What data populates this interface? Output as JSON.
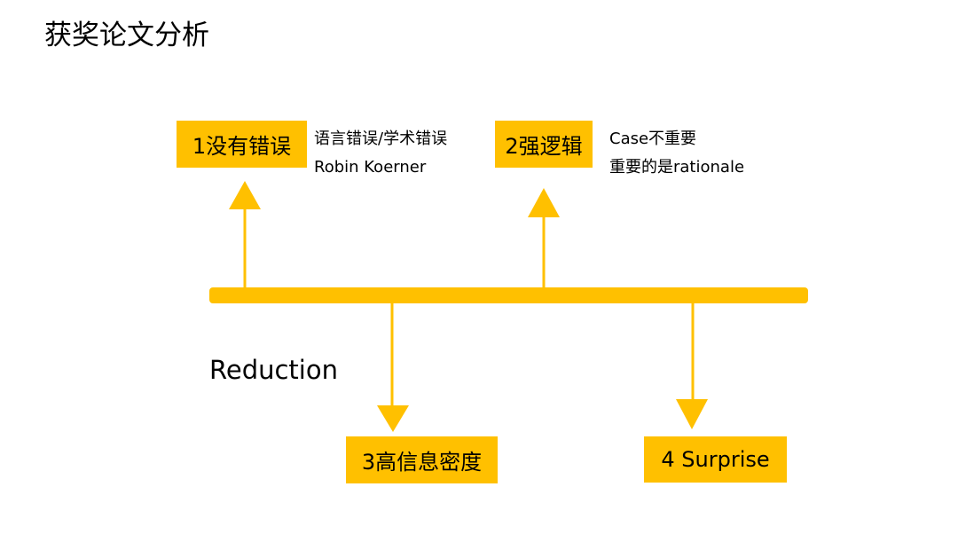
{
  "slide": {
    "title": "获奖论文分析"
  },
  "boxes": {
    "b1": "1没有错误",
    "b2": "2强逻辑",
    "b3": "3高信息密度",
    "b4": "4 Surprise"
  },
  "notes": {
    "n1": [
      "语言错误/学术错误",
      "Robin Koerner"
    ],
    "n2": [
      "Case不重要",
      "重要的是rationale"
    ]
  },
  "labels": {
    "reduction": "Reduction"
  },
  "colors": {
    "accent": "#ffc000",
    "text": "#000000",
    "background": "#ffffff"
  }
}
